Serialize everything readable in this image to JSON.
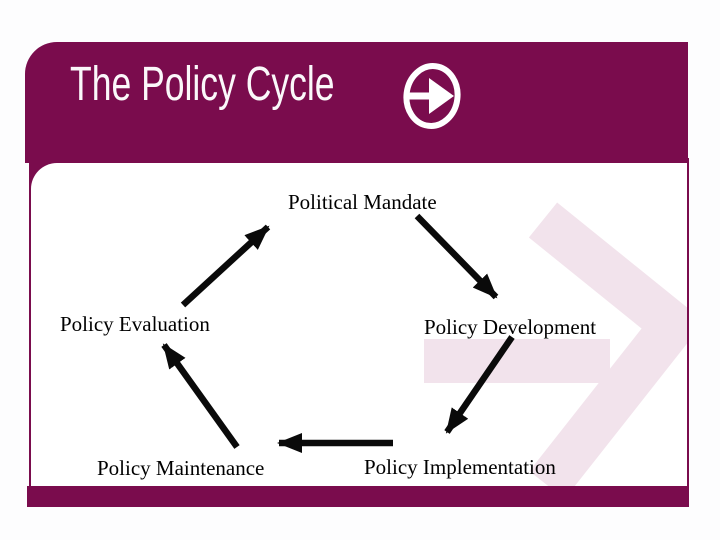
{
  "header": {
    "title": "The Policy Cycle",
    "icon": "circle-arrow-right-icon"
  },
  "diagram": {
    "type": "cycle",
    "nodes": [
      {
        "id": "political-mandate",
        "label": "Political Mandate"
      },
      {
        "id": "policy-development",
        "label": "Policy Development"
      },
      {
        "id": "policy-implementation",
        "label": "Policy Implementation"
      },
      {
        "id": "policy-maintenance",
        "label": "Policy Maintenance"
      },
      {
        "id": "policy-evaluation",
        "label": "Policy Evaluation"
      }
    ],
    "edges": [
      {
        "from": "Political Mandate",
        "to": "Policy Development"
      },
      {
        "from": "Policy Development",
        "to": "Policy Implementation"
      },
      {
        "from": "Policy Implementation",
        "to": "Policy Maintenance"
      },
      {
        "from": "Policy Maintenance",
        "to": "Policy Evaluation"
      },
      {
        "from": "Policy Evaluation",
        "to": "Political Mandate"
      }
    ],
    "watermark": "large-right-arrow"
  },
  "colors": {
    "maroon": "#7a0c4d",
    "watermark_pink": "#f2e3ec",
    "title_text": "#fbf8fa",
    "label_text": "#000000"
  }
}
